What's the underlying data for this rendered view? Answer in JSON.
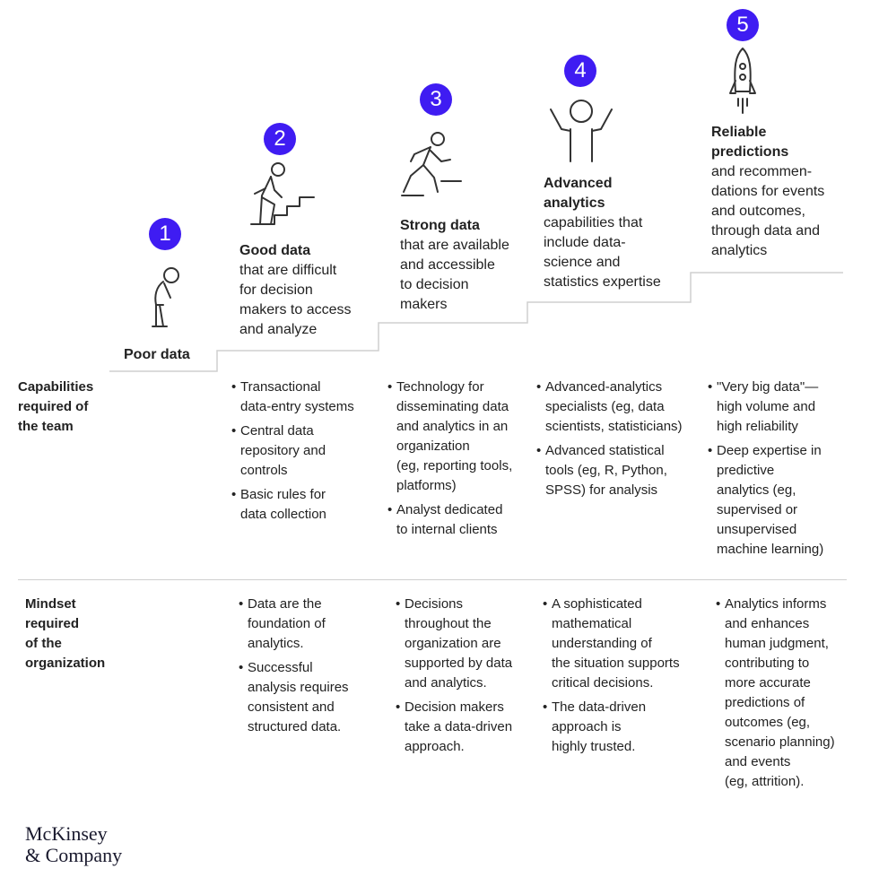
{
  "stages": [
    {
      "number": "1",
      "title": "Poor data",
      "description": ""
    },
    {
      "number": "2",
      "title": "Good data",
      "description": "that are difficult\nfor decision\nmakers to access\nand analyze"
    },
    {
      "number": "3",
      "title": "Strong data",
      "description": "that are available\nand accessible\nto decision\nmakers"
    },
    {
      "number": "4",
      "title": "Advanced\nanalytics",
      "description": "capabilities that\ninclude data-\nscience and\nstatistics expertise"
    },
    {
      "number": "5",
      "title": "Reliable\npredictions",
      "description": "and recommen-\ndations for events\nand outcomes,\nthrough data and\nanalytics"
    }
  ],
  "rows": {
    "capabilities": {
      "label": "Capabilities\nrequired of\nthe team",
      "columns": [
        [
          "Transactional\ndata-entry systems",
          "Central data\nrepository and\ncontrols",
          "Basic rules for\ndata collection"
        ],
        [
          "Technology for\ndisseminating data\nand analytics in an\norganization\n(eg, reporting tools,\nplatforms)",
          "Analyst dedicated\nto internal clients"
        ],
        [
          "Advanced-analytics\nspecialists (eg, data\nscientists, statisticians)",
          "Advanced statistical\ntools (eg, R, Python,\nSPSS) for analysis"
        ],
        [
          "\"Very big data\"—\nhigh volume and\nhigh reliability",
          "Deep expertise in\npredictive\nanalytics (eg,\nsupervised or\nunsupervised\nmachine learning)"
        ]
      ]
    },
    "mindset": {
      "label": "Mindset\nrequired\nof the\norganization",
      "columns": [
        [
          "Data are the\nfoundation of\nanalytics.",
          "Successful\nanalysis requires\nconsistent and\nstructured data."
        ],
        [
          "Decisions\nthroughout the\norganization are\nsupported by data\nand analytics.",
          "Decision makers\ntake a data-driven\napproach."
        ],
        [
          "A sophisticated\nmathematical\nunderstanding of\nthe situation supports\ncritical decisions.",
          "The data-driven\napproach is\nhighly trusted."
        ],
        [
          "Analytics informs\nand enhances\nhuman judgment,\ncontributing to\nmore accurate\npredictions of\noutcomes (eg,\nscenario planning)\nand events\n(eg, attrition)."
        ]
      ]
    }
  },
  "logo": {
    "line1": "McKinsey",
    "line2": "& Company"
  },
  "colors": {
    "badge": "#3f1cf2",
    "text": "#222222",
    "lines": "#cfcfcf"
  }
}
